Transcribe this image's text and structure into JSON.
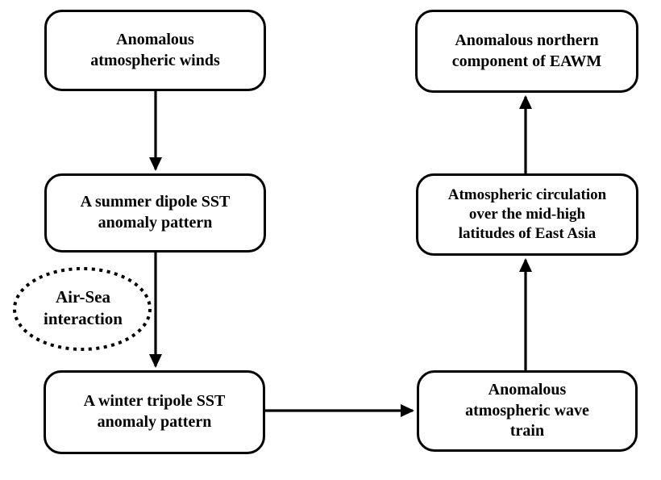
{
  "diagram": {
    "title": "EAWM mechanism flowchart",
    "colors": {
      "stroke": "#000000",
      "text": "#000000",
      "background": "#ffffff",
      "node_fill": "#ffffff"
    },
    "nodes": {
      "winds": {
        "label": "Anomalous\natmospheric winds"
      },
      "summer_dipole": {
        "label": "A summer dipole SST\nanomaly pattern"
      },
      "winter_tripole": {
        "label": "A winter tripole SST\nanomaly pattern"
      },
      "eawm": {
        "label": "Anomalous northern\ncomponent of EAWM"
      },
      "circulation": {
        "label": "Atmospheric circulation\nover the mid-high\nlatitudes of East Asia"
      },
      "wave_train": {
        "label": "Anomalous\natmospheric wave\ntrain"
      }
    },
    "annotation": {
      "label": "Air-Sea\ninteraction"
    },
    "edges": [
      {
        "from": "winds",
        "to": "summer_dipole",
        "direction": "down"
      },
      {
        "from": "summer_dipole",
        "to": "winter_tripole",
        "direction": "down",
        "via": "Air-Sea interaction"
      },
      {
        "from": "winter_tripole",
        "to": "wave_train",
        "direction": "right"
      },
      {
        "from": "wave_train",
        "to": "circulation",
        "direction": "up"
      },
      {
        "from": "circulation",
        "to": "eawm",
        "direction": "up"
      }
    ]
  }
}
